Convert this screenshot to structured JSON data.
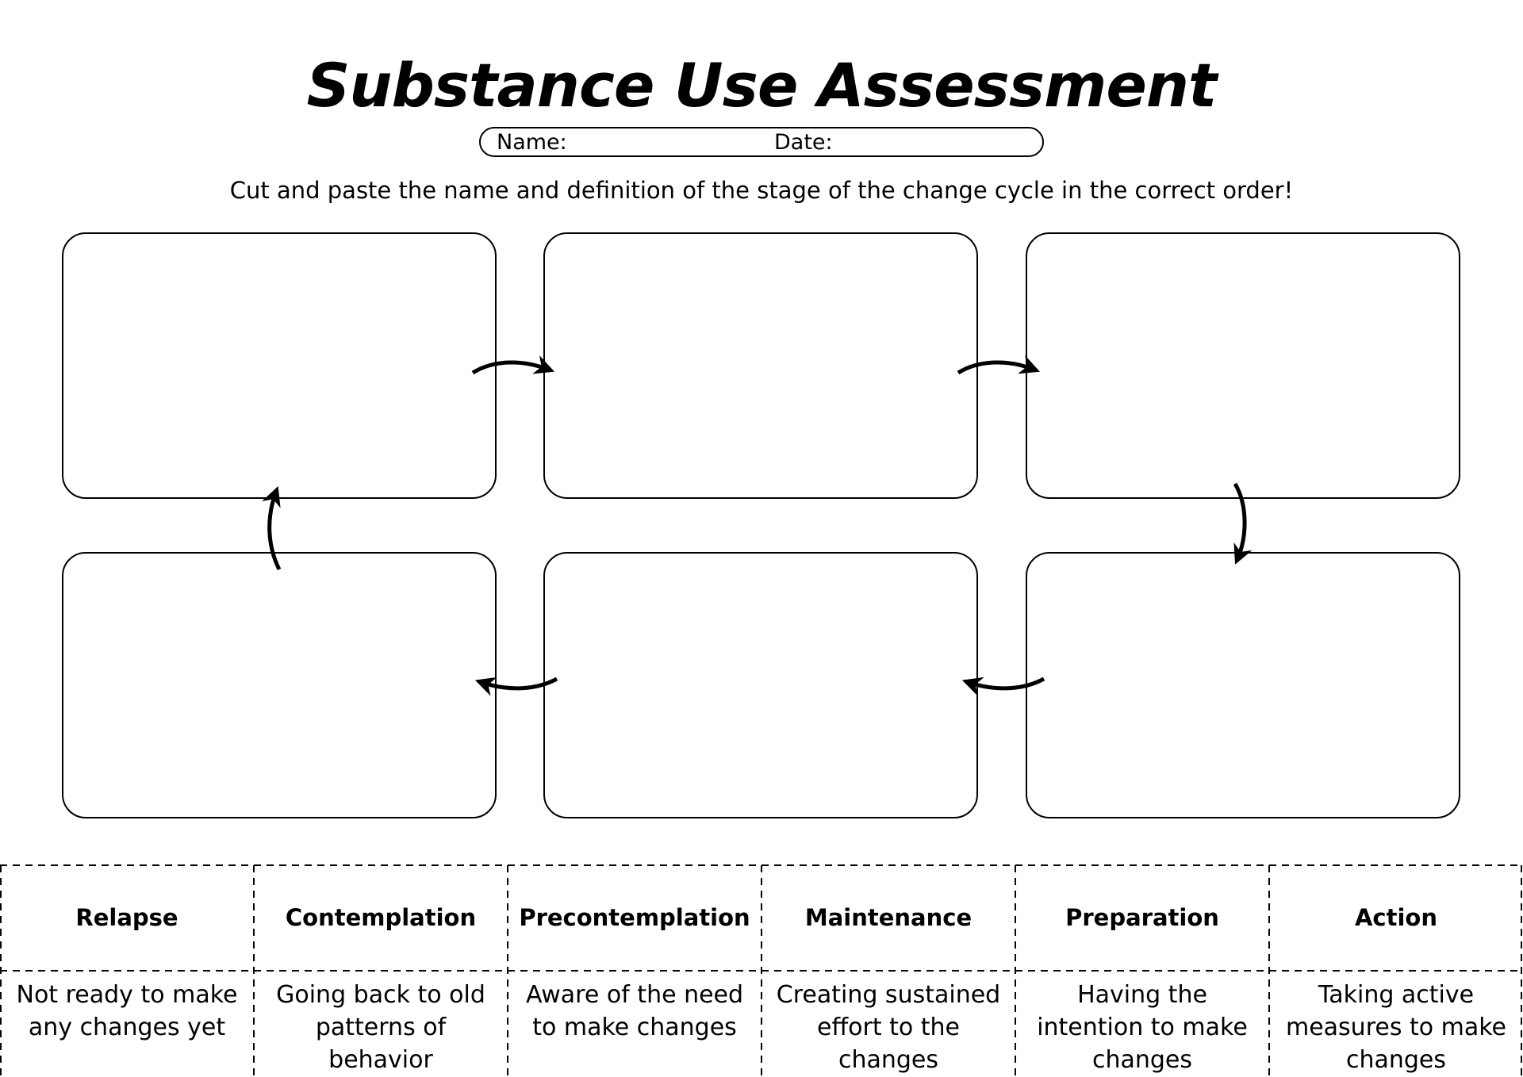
{
  "worksheet": {
    "title": "Substance Use Assessment",
    "name_label": "Name:",
    "date_label": "Date:",
    "instructions": "Cut and paste the name and definition of the stage of the change cycle in the correct order!"
  },
  "cutouts": {
    "stages": [
      {
        "name": "Relapse",
        "definition": "Not ready to make any changes yet"
      },
      {
        "name": "Contemplation",
        "definition": "Going back to old patterns of behavior"
      },
      {
        "name": "Precontemplation",
        "definition": "Aware of the need to make changes"
      },
      {
        "name": "Maintenance",
        "definition": "Creating sustained effort to the changes"
      },
      {
        "name": "Preparation",
        "definition": "Having the intention to make changes"
      },
      {
        "name": "Action",
        "definition": "Taking active measures to make changes"
      }
    ]
  },
  "colors": {
    "ink": "#000000",
    "paper": "#ffffff"
  }
}
